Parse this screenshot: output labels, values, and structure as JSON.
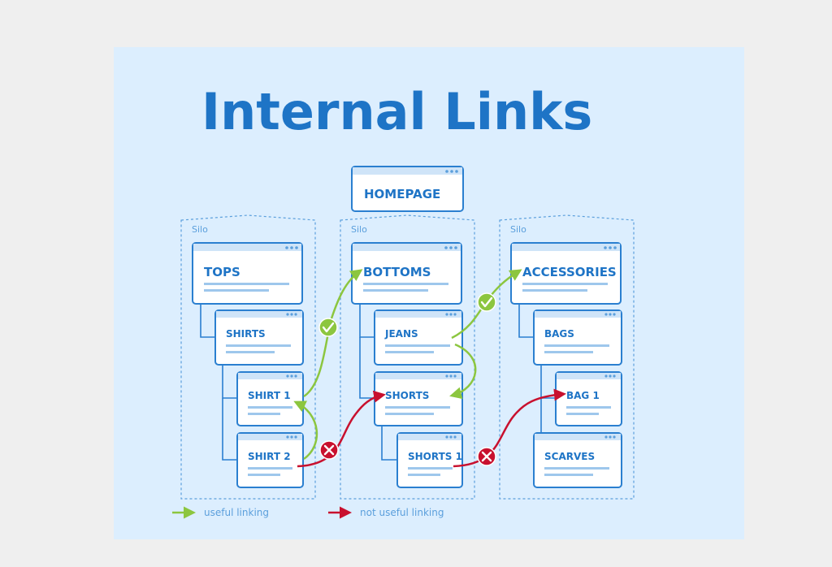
{
  "title": "Internal Links",
  "homepage": "HOMEPAGE",
  "silo_label": "Silo",
  "silos": [
    {
      "category": "TOPS",
      "subcategory": "SHIRTS",
      "items": [
        "SHIRT 1",
        "SHIRT 2"
      ]
    },
    {
      "category": "BOTTOMS",
      "subcategories": [
        "JEANS",
        "SHORTS"
      ],
      "item": "SHORTS 1"
    },
    {
      "category": "ACCESSORIES",
      "subcategory": "BAGS",
      "items": [
        "BAG 1",
        "SCARVES"
      ]
    }
  ],
  "legend": {
    "useful": "useful linking",
    "not_useful": "not useful linking"
  },
  "colors": {
    "accent": "#1e74c6",
    "useful": "#8cc63f",
    "not_useful": "#c8102e",
    "panel": "#dceefe"
  }
}
